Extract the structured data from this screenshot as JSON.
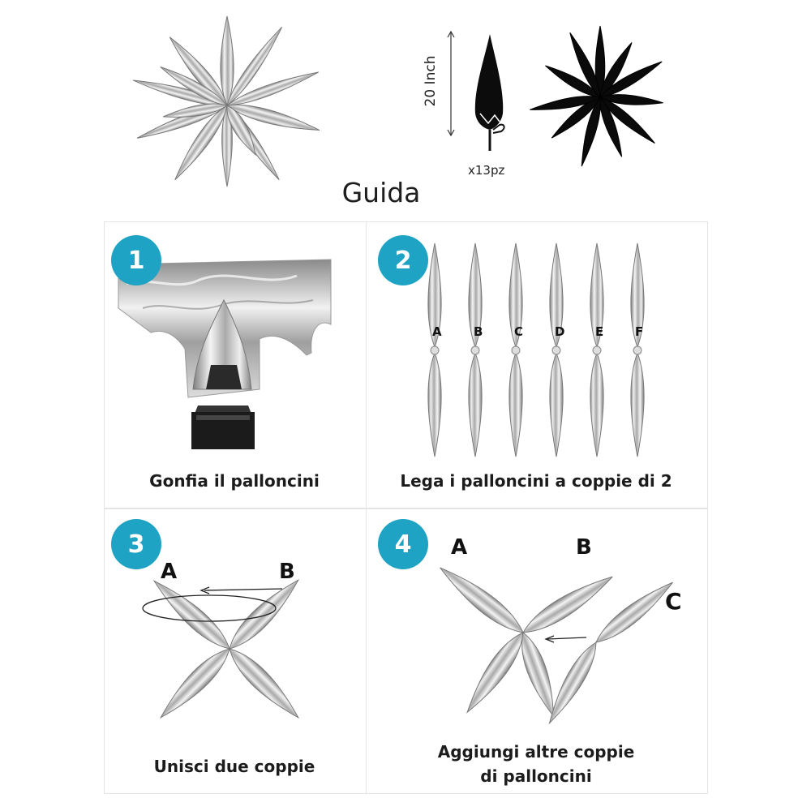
{
  "header": {
    "title": "Guida",
    "dimension_label": "20 Inch",
    "quantity_label": "x13pz"
  },
  "steps": [
    {
      "number": "1",
      "caption": "Gonfia il palloncini"
    },
    {
      "number": "2",
      "caption": "Lega i palloncini a coppie di 2",
      "balloon_labels": [
        "A",
        "B",
        "C",
        "D",
        "E",
        "F"
      ]
    },
    {
      "number": "3",
      "caption": "Unisci due coppie",
      "labels": [
        "A",
        "B"
      ]
    },
    {
      "number": "4",
      "caption_line1": "Aggiungi altre coppie",
      "caption_line2": "di palloncini",
      "labels": [
        "A",
        "B",
        "C"
      ]
    }
  ],
  "colors": {
    "badge": "#1fa3c4",
    "silver_light": "#f2f2f2",
    "silver_dark": "#8a8a8a",
    "black_star": "#0a0a0a"
  }
}
